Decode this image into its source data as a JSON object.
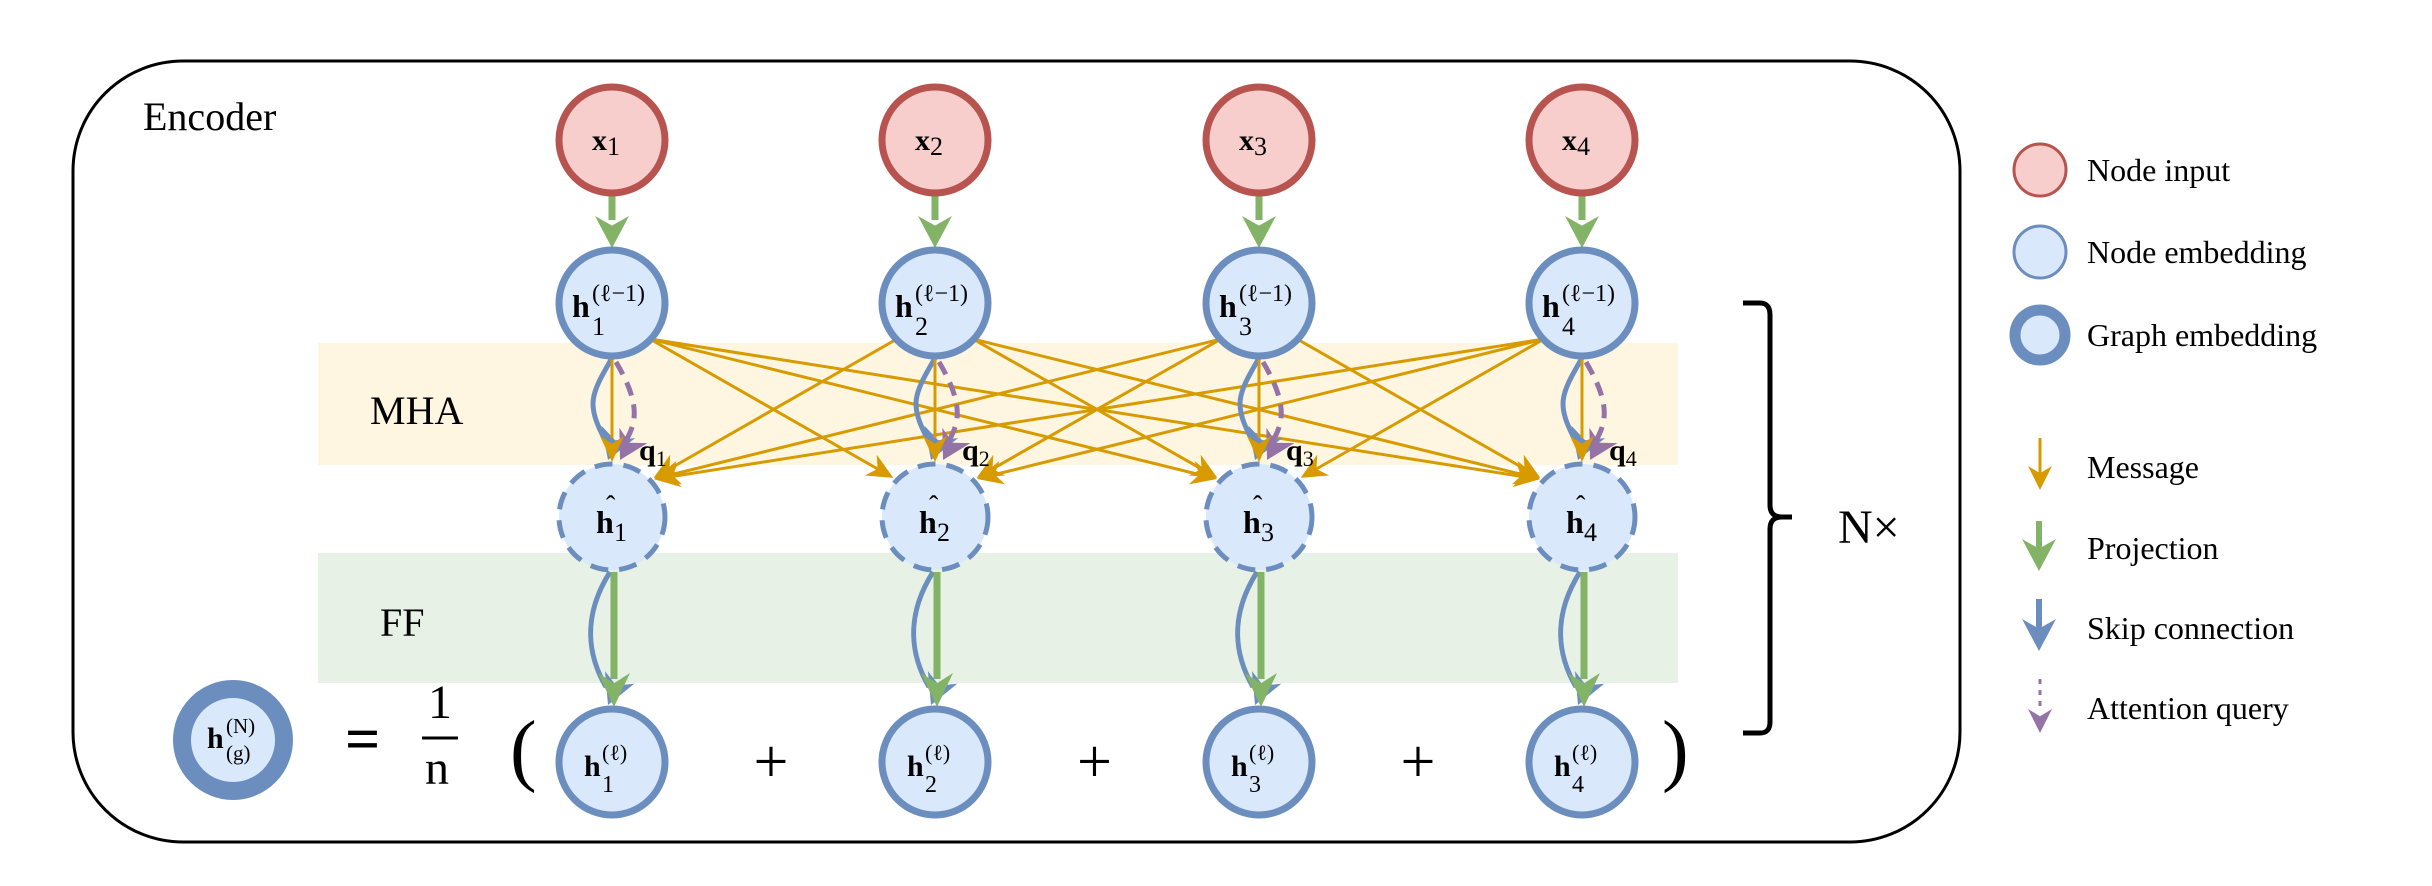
{
  "encoder": {
    "title": "Encoder",
    "repeat_label": "N×",
    "bands": [
      {
        "id": "mha",
        "label": "MHA",
        "color": "#fff6e2"
      },
      {
        "id": "ff",
        "label": "FF",
        "color": "#e8f1e5"
      }
    ],
    "columns": [
      {
        "index": "1",
        "input": "x",
        "prev_sup": "(ℓ−1)",
        "query": "q",
        "hat": "h",
        "out_sup": "(ℓ)"
      },
      {
        "index": "2",
        "input": "x",
        "prev_sup": "(ℓ−1)",
        "query": "q",
        "hat": "h",
        "out_sup": "(ℓ)"
      },
      {
        "index": "3",
        "input": "x",
        "prev_sup": "(ℓ−1)",
        "query": "q",
        "hat": "h",
        "out_sup": "(ℓ)"
      },
      {
        "index": "4",
        "input": "x",
        "prev_sup": "(ℓ−1)",
        "query": "q",
        "hat": "h",
        "out_sup": "(ℓ)"
      }
    ],
    "node_symbol": "h",
    "hat_mark": "ˆ",
    "equation": {
      "graph_symbol": "h",
      "graph_sup": "(N)",
      "graph_sub": "(g)",
      "equals": "=",
      "frac_num": "1",
      "frac_den": "n",
      "open_paren": "(",
      "close_paren": ")",
      "plus": "+"
    }
  },
  "legend": {
    "nodes": [
      {
        "type": "node-input",
        "label": "Node input"
      },
      {
        "type": "node-embedding",
        "label": "Node embedding"
      },
      {
        "type": "graph-embedding",
        "label": "Graph embedding"
      }
    ],
    "edges": [
      {
        "type": "message",
        "label": "Message"
      },
      {
        "type": "projection",
        "label": "Projection"
      },
      {
        "type": "skip",
        "label": "Skip connection"
      },
      {
        "type": "attention-query",
        "label": "Attention query"
      }
    ]
  },
  "colors": {
    "input_fill": "#f8cecc",
    "input_stroke": "#b85450",
    "embed_fill": "#dae8fc",
    "embed_stroke": "#6c8ebf",
    "message": "#d79b00",
    "projection": "#82b366",
    "skip": "#6c8ebf",
    "query": "#9673a6",
    "border": "#000000"
  }
}
